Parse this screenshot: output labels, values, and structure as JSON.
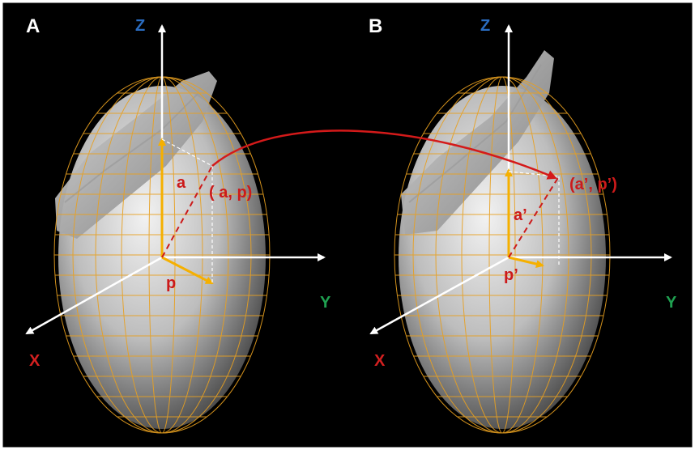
{
  "panels": [
    {
      "label": "A",
      "axis_labels": {
        "z": "Z",
        "y": "Y",
        "x": "X"
      },
      "component_labels": {
        "a": "a",
        "p": "p"
      },
      "point_label": "( a, p)"
    },
    {
      "label": "B",
      "axis_labels": {
        "z": "Z",
        "y": "Y",
        "x": "X"
      },
      "component_labels": {
        "a": "a’",
        "p": "p’"
      },
      "point_label": "(a’, p’)"
    }
  ],
  "colors": {
    "background": "#000000",
    "border": "#ffffff",
    "axes": "#ffffff",
    "wireframe": "#e8a020",
    "vectors": "#f5b000",
    "projection": "#cc1a1a",
    "mapping_arrow": "#d41a1a",
    "z_label": "#2a6cc0",
    "y_label": "#1fa050",
    "x_label": "#d42020",
    "point_label": "#cc1a1a",
    "component_label": "#cc1a1a"
  }
}
